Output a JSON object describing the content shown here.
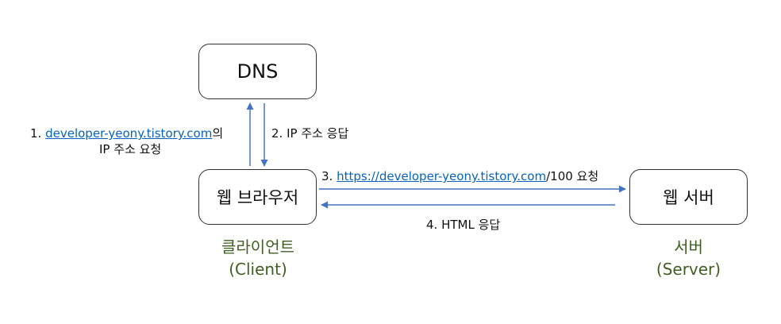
{
  "nodes": {
    "dns": "DNS",
    "browser": "웹 브라우저",
    "server": "웹 서버"
  },
  "steps": {
    "step1": {
      "prefix": "1. ",
      "link": "developer-yeony.tistory.com",
      "suffix": "의",
      "line2": "IP 주소 요청"
    },
    "step2": "2. IP 주소 응답",
    "step3": {
      "prefix": "3. ",
      "link": "https://developer-yeony.tistory.com",
      "suffix": "/100 요청"
    },
    "step4": "4. HTML 응답"
  },
  "captions": {
    "client": {
      "line1": "클라이언트",
      "line2": "(Client)"
    },
    "server": {
      "line1": "서버",
      "line2": "(Server)"
    }
  },
  "colors": {
    "arrow": "#4472c4",
    "caption": "#3f5f22",
    "link": "#0563c1"
  }
}
